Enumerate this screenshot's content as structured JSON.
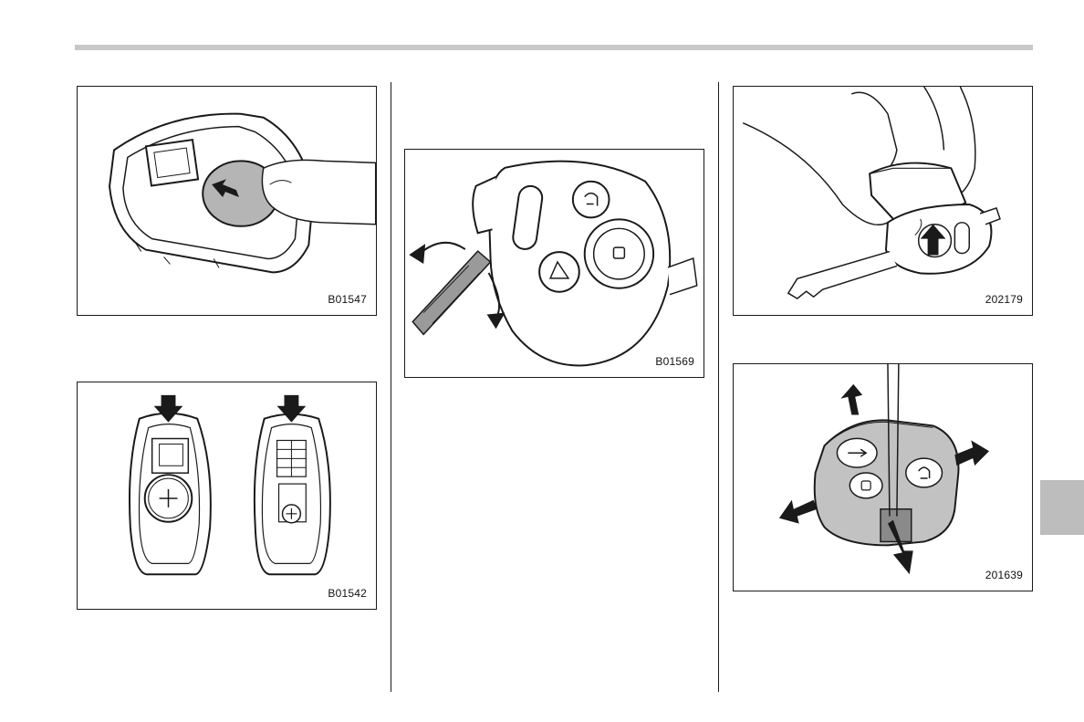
{
  "figures": {
    "f1": {
      "code": "B01547"
    },
    "f2": {
      "code": "B01542"
    },
    "f3": {
      "code": "B01569"
    },
    "f4": {
      "code": "202179"
    },
    "f5": {
      "code": "201639"
    }
  },
  "colors": {
    "rule": "#c8c8c8",
    "line": "#1a1a1a",
    "tab": "#bdbdbd",
    "battery": "#b5b5b5"
  }
}
